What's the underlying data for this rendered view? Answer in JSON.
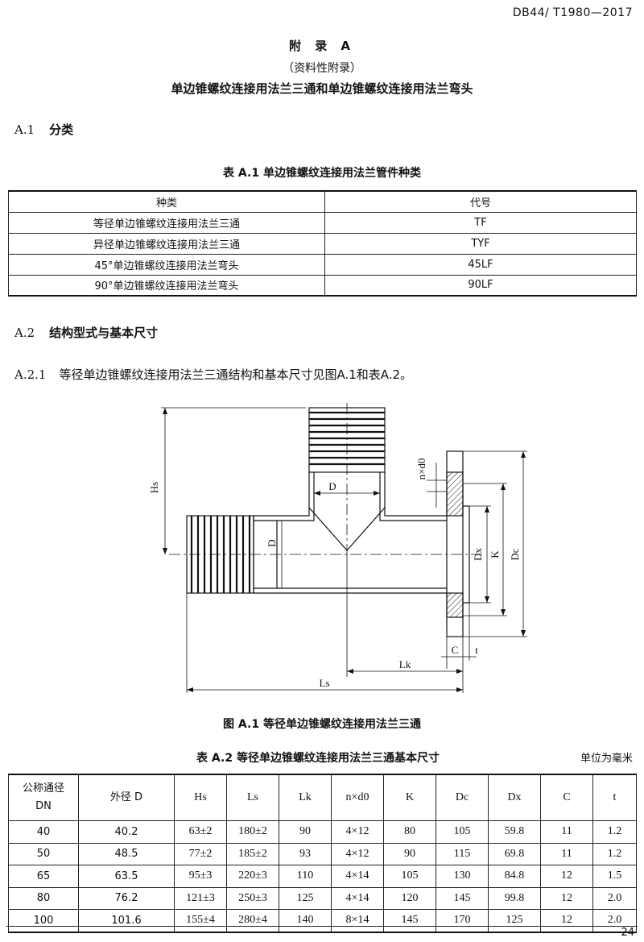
{
  "header": {
    "doc_code": "DB44/ T1980—2017"
  },
  "appendix": {
    "title": "附  录  A",
    "subtitle": "（资料性附录）",
    "name": "单边锥螺纹连接用法兰三通和单边锥螺纹连接用法兰弯头"
  },
  "section_a1": {
    "number": "A.1",
    "title": "分类"
  },
  "table_a1": {
    "caption": "表 A.1   单边锥螺纹连接用法兰管件种类",
    "headers": [
      "种类",
      "代号"
    ],
    "rows": [
      [
        "等径单边锥螺纹连接用法兰三通",
        "TF"
      ],
      [
        "异径单边锥螺纹连接用法兰三通",
        "TYF"
      ],
      [
        "45°单边锥螺纹连接用法兰弯头",
        "45LF"
      ],
      [
        "90°单边锥螺纹连接用法兰弯头",
        "90LF"
      ]
    ]
  },
  "section_a2": {
    "number": "A.2",
    "title": "结构型式与基本尺寸"
  },
  "para_a21": {
    "number": "A.2.1",
    "text": "等径单边锥螺纹连接用法兰三通结构和基本尺寸见图A.1和表A.2。"
  },
  "figure": {
    "caption": "图 A.1   等径单边锥螺纹连接用法兰三通",
    "labels": {
      "hs": "Hs",
      "d_top": "D",
      "d_left": "D",
      "nxd0": "n×d0",
      "dx": "Dx",
      "k": "K",
      "dc": "Dc",
      "c": "C",
      "t": "t",
      "lk": "Lk",
      "ls": "Ls"
    }
  },
  "table_a2": {
    "caption": "表 A.2   等径单边锥螺纹连接用法兰三通基本尺寸",
    "unit": "单位为毫米",
    "headers": {
      "dn_line1": "公称通径",
      "dn_line2": "DN",
      "cols": [
        "外径 D",
        "Hs",
        "Ls",
        "Lk",
        "n×d0",
        "K",
        "Dc",
        "Dx",
        "C",
        "t"
      ]
    },
    "rows": [
      [
        "40",
        "40.2",
        "63±2",
        "180±2",
        "90",
        "4×12",
        "80",
        "105",
        "59.8",
        "11",
        "1.2"
      ],
      [
        "50",
        "48.5",
        "77±2",
        "185±2",
        "93",
        "4×12",
        "90",
        "115",
        "69.8",
        "11",
        "1.2"
      ],
      [
        "65",
        "63.5",
        "95±3",
        "220±3",
        "110",
        "4×14",
        "105",
        "130",
        "84.8",
        "12",
        "1.5"
      ],
      [
        "80",
        "76.2",
        "121±3",
        "250±3",
        "125",
        "4×14",
        "120",
        "145",
        "99.8",
        "12",
        "2.0"
      ],
      [
        "100",
        "101.6",
        "155±4",
        "280±4",
        "140",
        "8×14",
        "145",
        "170",
        "125",
        "12",
        "2.0"
      ]
    ]
  },
  "footer": {
    "page_number": "24"
  }
}
